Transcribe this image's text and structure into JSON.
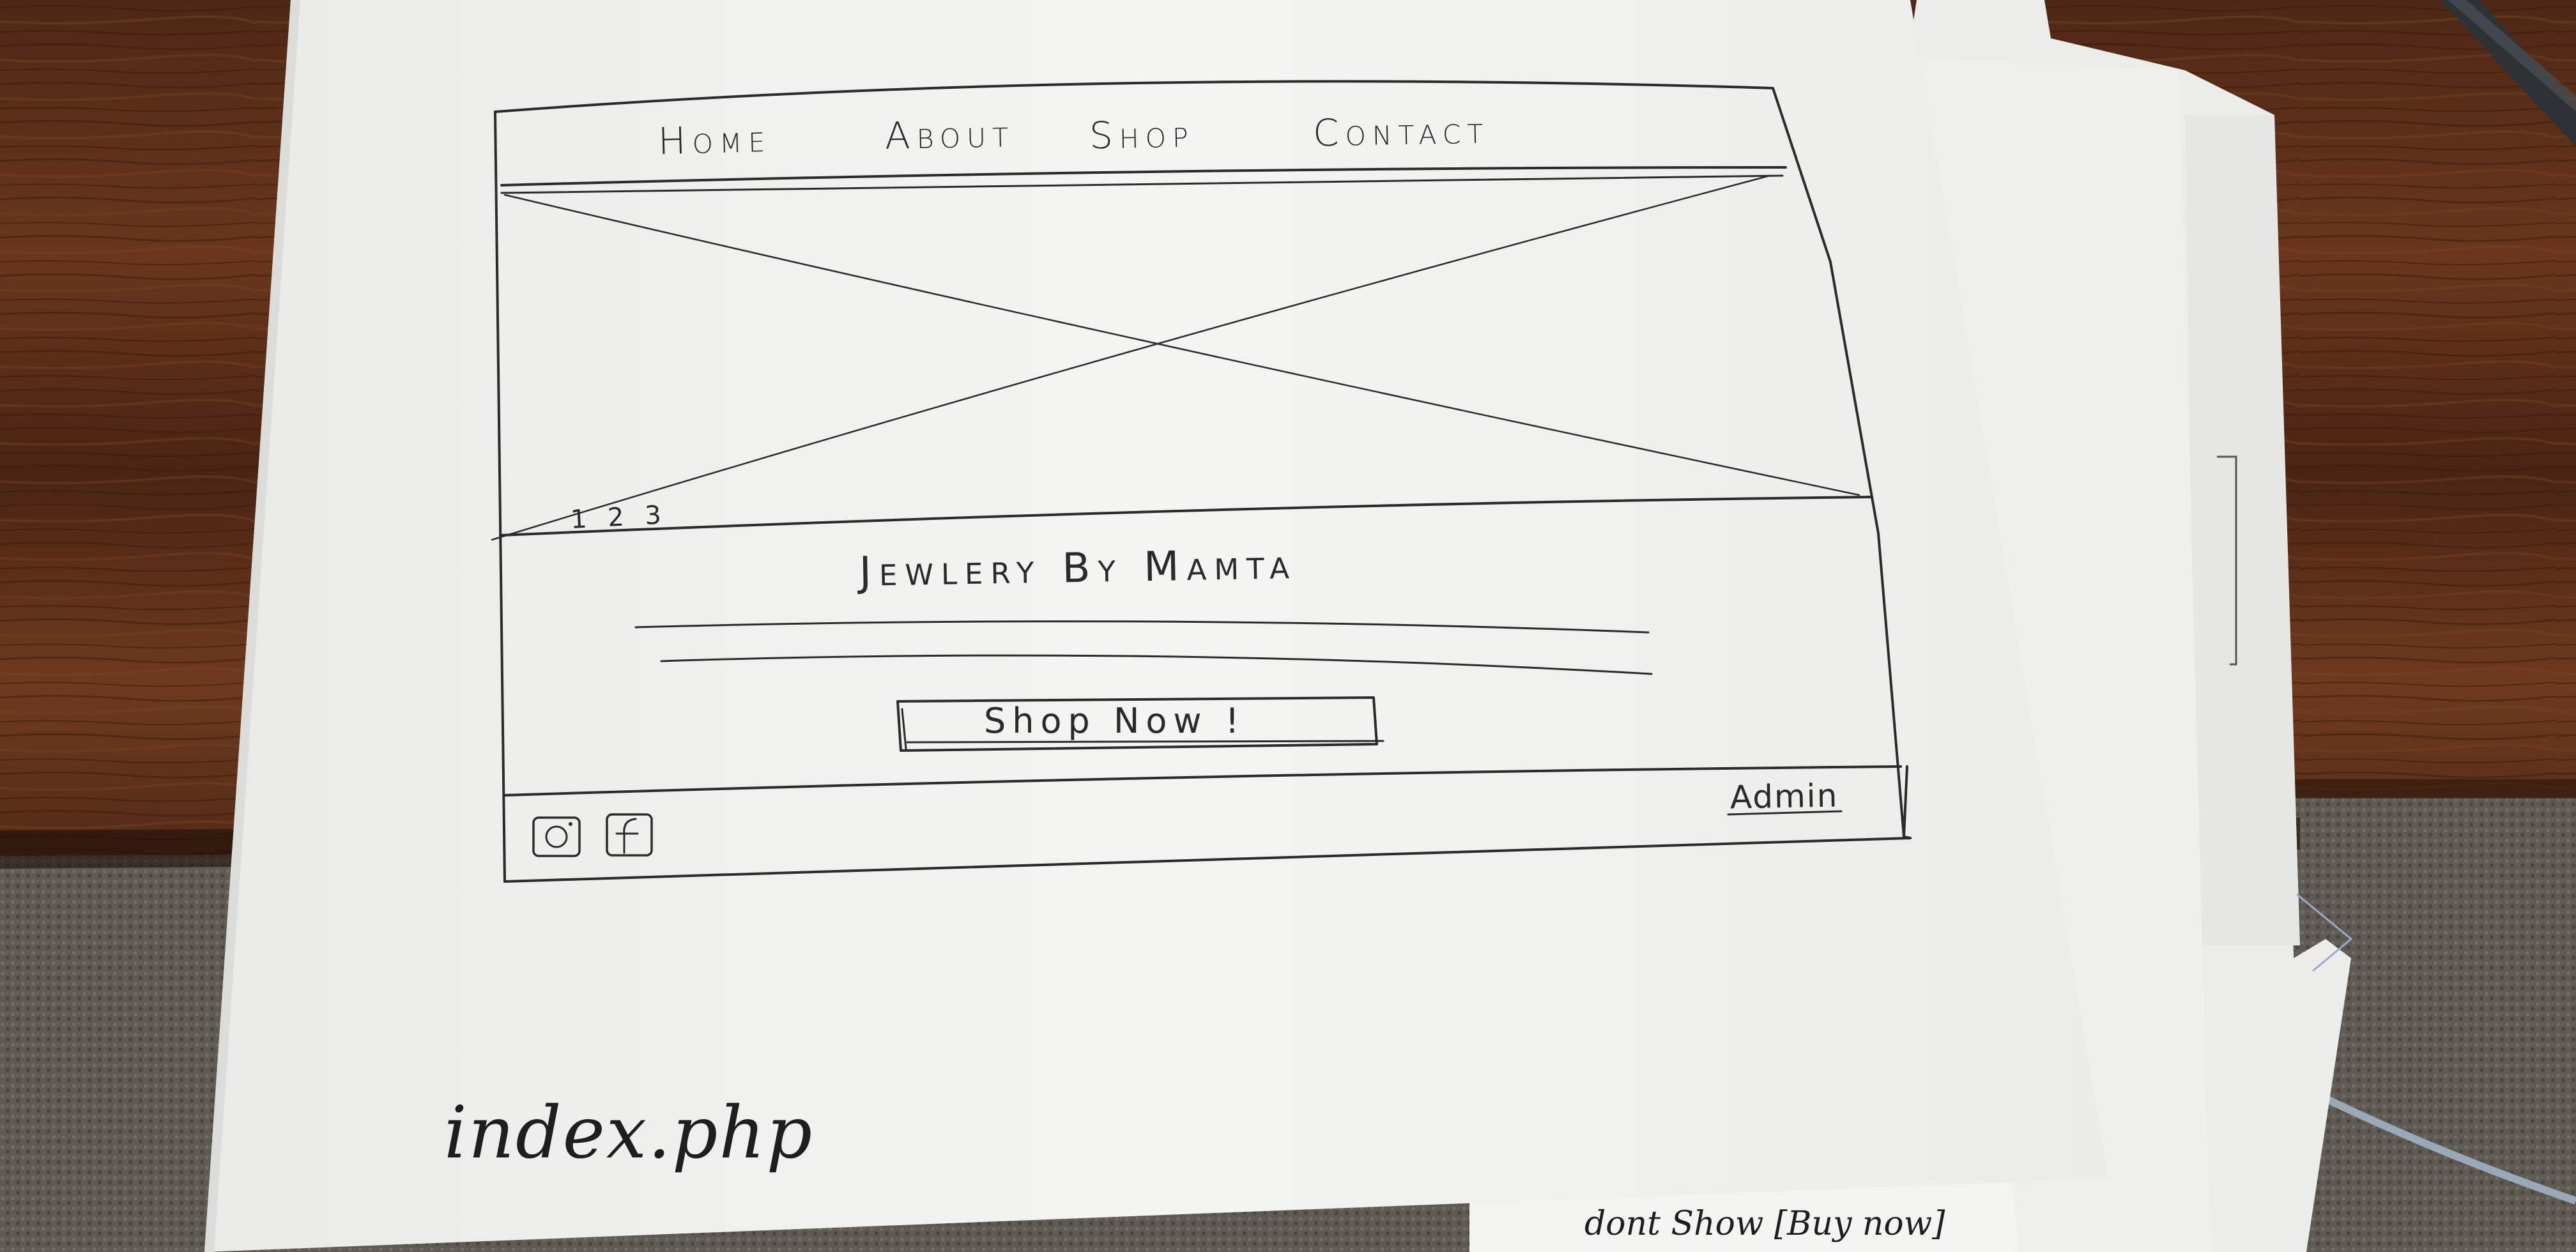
{
  "nav": {
    "home": "Home",
    "about": "About",
    "shop": "Shop",
    "contact": "Contact"
  },
  "hero": {
    "image_placeholder": "image-placeholder-x",
    "carousel_indicator": "1 2 3"
  },
  "brand": {
    "title": "Jewlery By Mamta"
  },
  "cta": {
    "label": "Shop Now !"
  },
  "footer": {
    "admin_link": "Admin",
    "icons": [
      "instagram-icon",
      "facebook-icon"
    ]
  },
  "page": {
    "filename": "index.php"
  },
  "margin_note": {
    "text": "dont Show [Buy now]"
  },
  "colors": {
    "desk": "#5a2e19",
    "carpet": "#5f5a52",
    "paper": "#f1f1ef",
    "ink": "#2a2a2a"
  }
}
